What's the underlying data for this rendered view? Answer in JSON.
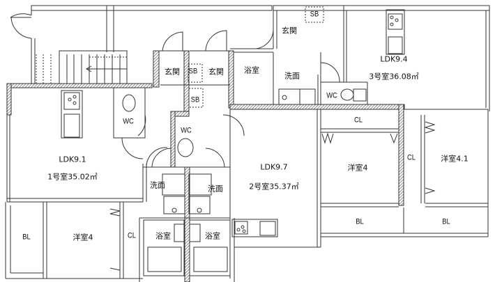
{
  "plan": {
    "title": "Apartment floor plan (3 units)",
    "colors": {
      "wall_hatch": "#555555",
      "line": "#333333",
      "background": "#ffffff"
    },
    "units": [
      {
        "id": "unit1",
        "label_area": "1号室35.02㎡",
        "label_ldk": "LDK9.1",
        "rooms": {
          "wc": "WC",
          "washroom": "洗面",
          "bath": "浴室",
          "western_room": "洋室4",
          "closet": "CL",
          "balcony": "BL",
          "entrance": "玄関"
        }
      },
      {
        "id": "unit2",
        "label_area": "2号室35.37㎡",
        "label_ldk": "LDK9.7",
        "rooms": {
          "wc": "WC",
          "washroom": "洗面",
          "bath": "浴室",
          "western_room": "洋室4",
          "closet": "CL",
          "balcony": "BL",
          "entrance": "玄関"
        }
      },
      {
        "id": "unit3",
        "label_area": "3号室36.08㎡",
        "label_ldk": "LDK9.4",
        "rooms": {
          "wc": "WC",
          "washroom": "洗面",
          "bath": "浴室",
          "western_room": "洋室4.1",
          "closet": "CL",
          "balcony": "BL",
          "entrance": "玄関"
        }
      }
    ],
    "shared": {
      "sb": "SB"
    }
  }
}
